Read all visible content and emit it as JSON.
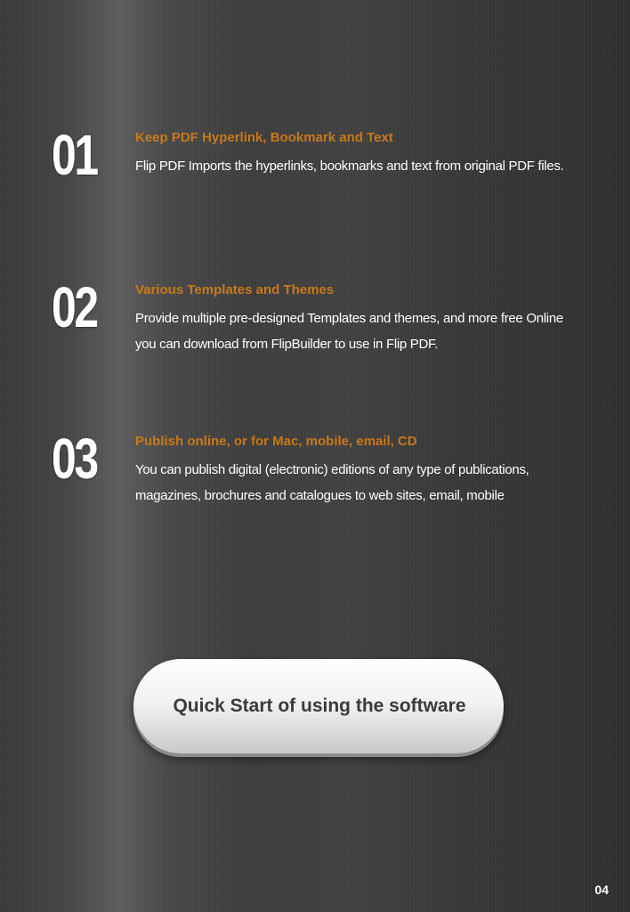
{
  "features": [
    {
      "number": "01",
      "title": "Keep PDF Hyperlink, Bookmark and Text",
      "description": "Flip PDF Imports the hyperlinks, bookmarks and text from original PDF files."
    },
    {
      "number": "02",
      "title": "Various Templates and Themes",
      "description": "Provide multiple pre-designed Templates and themes, and more free Online you can download from FlipBuilder to use in Flip PDF."
    },
    {
      "number": "03",
      "title": "Publish online, or for Mac, mobile, email, CD",
      "description": "You can publish digital (electronic) editions of any type of publications, magazines, brochures and catalogues to web sites, email, mobile"
    }
  ],
  "cta": {
    "label": "Quick Start of using the software"
  },
  "page_number": "04",
  "colors": {
    "accent": "#c8781a",
    "text": "#ffffff",
    "button_text": "#3a3a3a"
  }
}
